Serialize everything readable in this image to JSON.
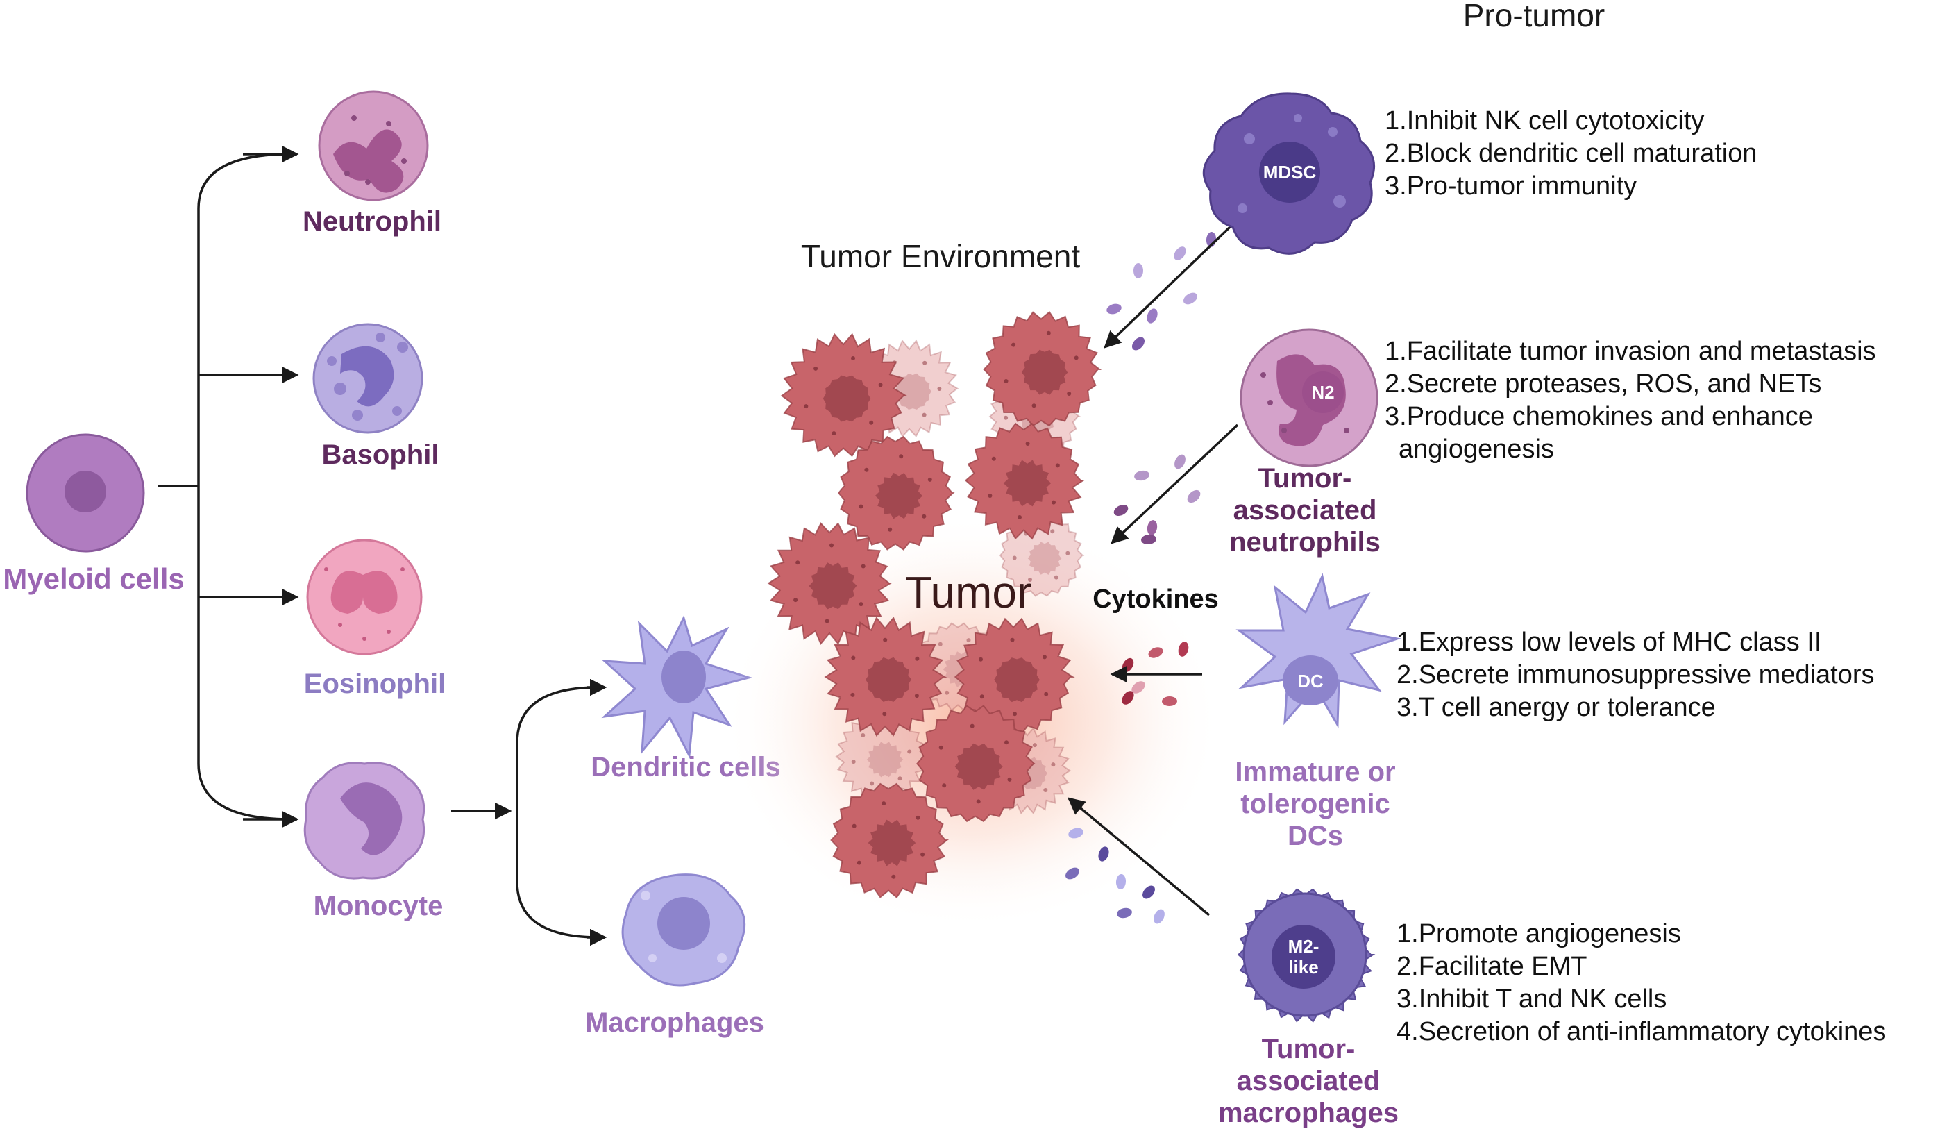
{
  "header": {
    "pro_tumor": "Pro-tumor",
    "environment": "Tumor Environment"
  },
  "center": {
    "tumor": "Tumor",
    "cytokines": "Cytokines"
  },
  "lineage": {
    "myeloid": "Myeloid cells",
    "neutrophil": "Neutrophil",
    "basophil": "Basophil",
    "eosinophil": "Eosinophil",
    "monocyte": "Monocyte",
    "dendritic": "Dendritic cells",
    "macrophages": "Macrophages"
  },
  "pro_tumor_cells": [
    {
      "badge": "MDSC",
      "name": [],
      "functions": [
        "1.Inhibit NK cell cytotoxicity",
        "2.Block dendritic cell maturation",
        "3.Pro-tumor immunity"
      ]
    },
    {
      "badge": "N2",
      "name": [
        "Tumor-",
        "associated",
        "neutrophils"
      ],
      "functions": [
        "1.Facilitate tumor invasion and metastasis",
        "2.Secrete proteases, ROS, and NETs",
        "3.Produce chemokines and enhance",
        "angiogenesis"
      ]
    },
    {
      "badge": "DC",
      "name": [
        "Immature or",
        "tolerogenic",
        "DCs"
      ],
      "functions": [
        "1.Express low levels of MHC class II",
        "2.Secrete immunosuppressive mediators",
        "3.T cell anergy or tolerance"
      ]
    },
    {
      "badge": [
        "M2-",
        "like"
      ],
      "name": [
        "Tumor-",
        "associated",
        "macrophages"
      ],
      "functions": [
        "1.Promote angiogenesis",
        "2.Facilitate EMT",
        "3.Inhibit T and NK cells",
        "4.Secretion of anti-inflammatory cytokines"
      ]
    }
  ],
  "colors": {
    "tumor_cell": "#c8646a",
    "tumor_nucleus": "#a24850",
    "mdsc": "#6b55a8",
    "n2": "#c896c0",
    "dc": "#b8b4ea",
    "m2": "#7a6cb8",
    "myeloid": "#b07cc0"
  },
  "icons": [
    "myeloid-cell-icon",
    "neutrophil-icon",
    "basophil-icon",
    "eosinophil-icon",
    "monocyte-icon",
    "dendritic-cell-icon",
    "macrophage-icon",
    "tumor-cell-icon",
    "mdsc-icon",
    "n2-neutrophil-icon",
    "immature-dc-icon",
    "m2-macrophage-icon"
  ]
}
